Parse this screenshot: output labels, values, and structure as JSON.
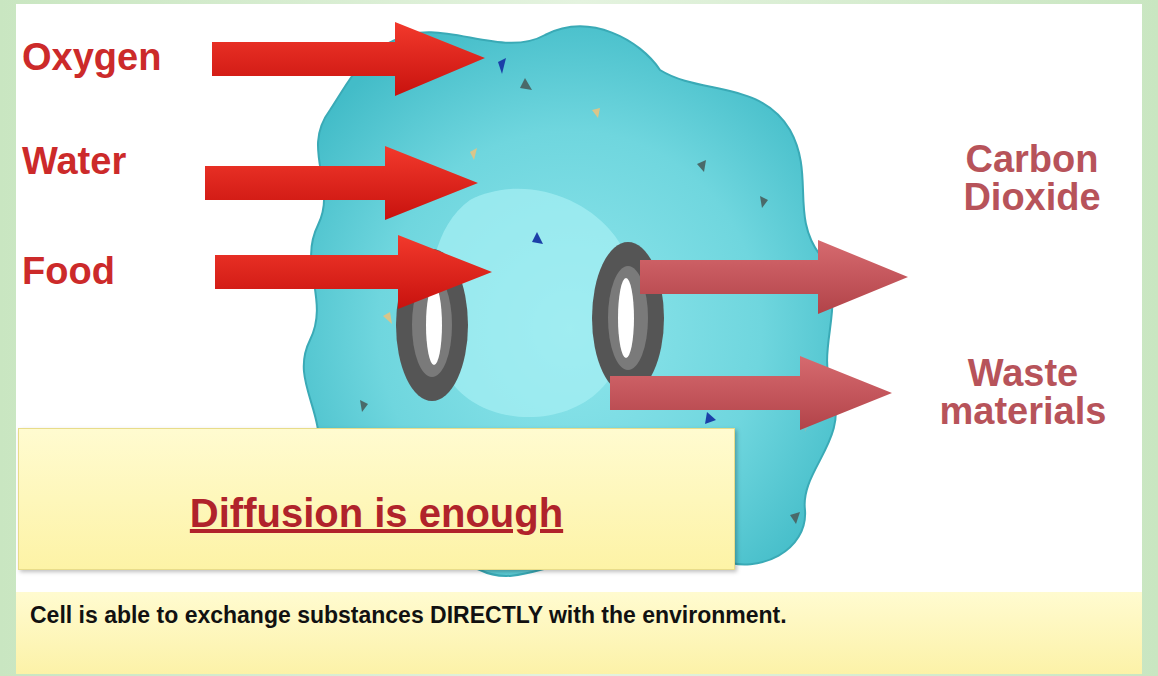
{
  "diagram": {
    "nodes": [
      {
        "text": [
          "Diffusion is enough"
        ]
      },
      {
        "text": [
          "Cell is able to exchange substances DIRECTLY with the environment."
        ]
      }
    ],
    "labels": [
      "Oxygen",
      "Water",
      "Food",
      "Carbon Dioxide",
      "Waste materials"
    ]
  }
}
